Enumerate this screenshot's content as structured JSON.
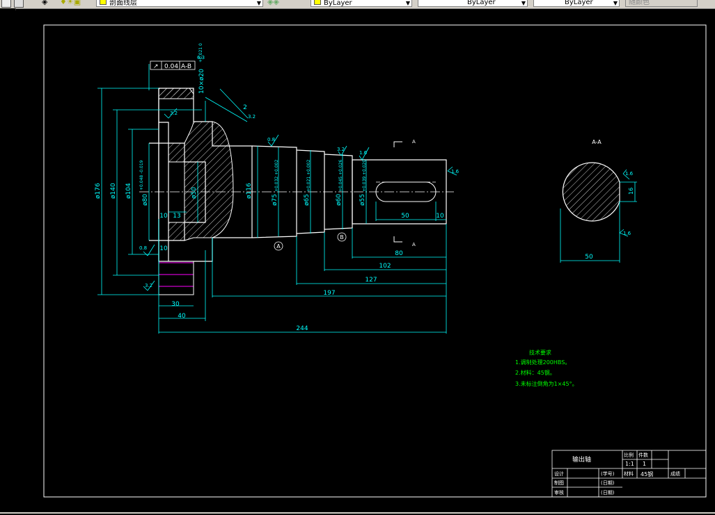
{
  "toolbar": {
    "layer_name": "剖面线层",
    "color_combo": "ByLayer",
    "linetype_combo": "ByLayer",
    "lineweight_combo": "ByLayer",
    "plotstyle_combo": "随颜色"
  },
  "drawing": {
    "geometric_tolerance": {
      "symbol": "↗",
      "value": "0.04",
      "datum": "A-B"
    },
    "chamfer_note": "10×ø20",
    "chamfer_tol": "+0.021\n0",
    "edge_note": "2",
    "surface_roughness": [
      "0.8",
      "3.2",
      "1.6",
      "1.6",
      "0.8",
      "3.2",
      "3.2",
      "1.6",
      "1.6",
      "3.2",
      "6.3"
    ],
    "section_marker": "A",
    "section_title": "A-A",
    "datum_a": "A",
    "datum_b": "B",
    "dims": {
      "d176": "ø176",
      "d140": "ø140",
      "d104": "ø104",
      "d80": "ø80",
      "d80_tol": "+0.048\n-0.019",
      "d50": "ø50",
      "d116": "ø116",
      "d75": "ø75",
      "d75_tol": "+0.032\n+0.002",
      "d65": "ø65",
      "d65_tol": "+0.021\n+0.002",
      "d60": "ø60",
      "d60_tol": "+0.045\n+0.026",
      "d55": "ø55",
      "d55_tol": "+0.039\n+0.020",
      "len10a": "10",
      "len13": "13",
      "len10b": "10",
      "len50": "50",
      "len10c": "10",
      "len80": "80",
      "len102": "102",
      "len127": "127",
      "len197": "197",
      "len30": "30",
      "len40": "40",
      "len244": "244",
      "sec_w50": "50",
      "sec_h16": "16"
    },
    "tech_requirements": {
      "title": "技术要求",
      "items": [
        "1.调制处理200HBS。",
        "2.材料：45钢。",
        "3.未标注倒角为1×45°。"
      ]
    },
    "title_block": {
      "part_name": "输出轴",
      "scale_label": "比例",
      "qty_label": "件数",
      "scale_value": "1:1",
      "qty_value": "1",
      "designer_label": "设计",
      "student_label": "(学号)",
      "material_label": "材料",
      "material_value": "45钢",
      "grade_label": "成绩",
      "drawer_label": "制图",
      "date_label_1": "(日期)",
      "reviewer_label": "审核",
      "date_label_2": "(日期)"
    }
  }
}
